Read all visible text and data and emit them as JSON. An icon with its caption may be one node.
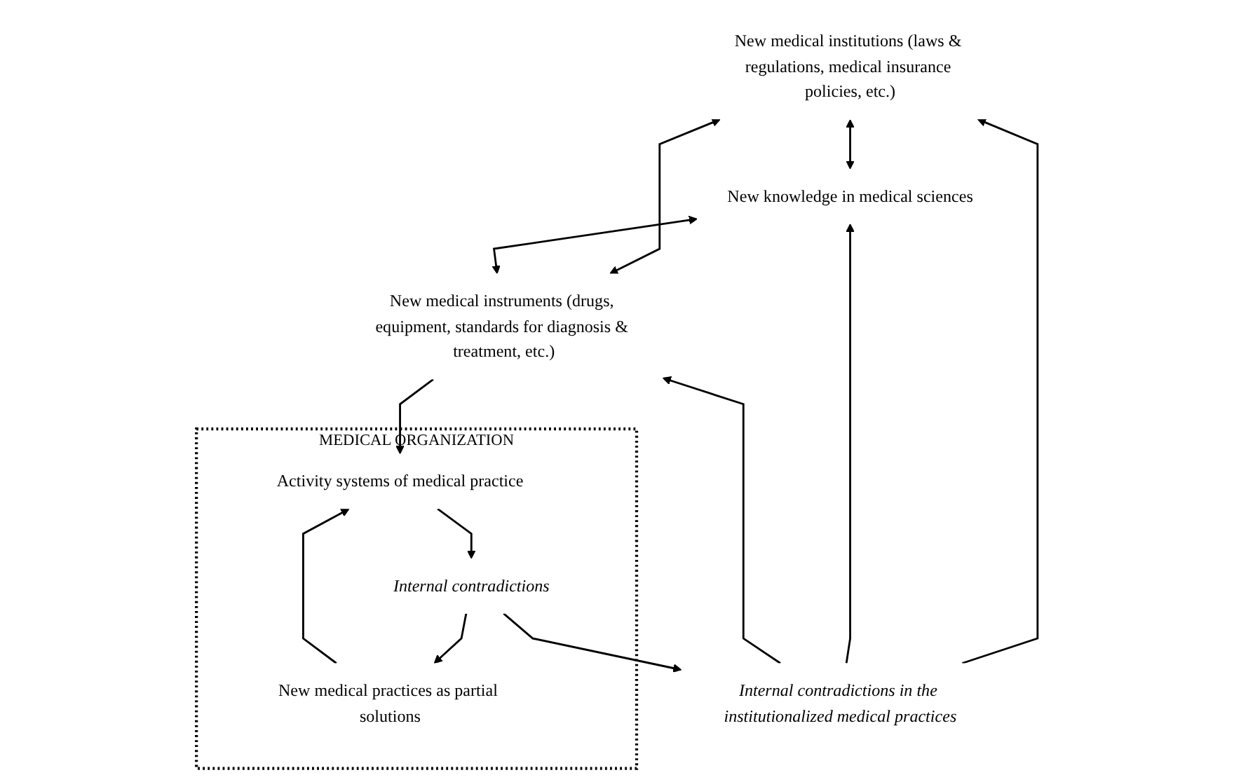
{
  "diagram": {
    "nodes": [
      {
        "text": [
          "New medical institutions (laws & regulations, medical insurance policies, etc.)"
        ]
      },
      {
        "text": [
          "New knowledge in medical sciences"
        ]
      },
      {
        "text": [
          "New medical instruments (drugs, equipment, standards for diagnosis & treatment, etc.)"
        ]
      },
      {
        "text": [
          "Internal contradictions in the institutionalized medical practices"
        ]
      },
      {
        "text": [
          "MEDICAL ORGANIZATION"
        ]
      },
      {
        "text": [
          "Activity systems of medical practice"
        ],
        "in": 4
      },
      {
        "text": [
          "Internal contradictions"
        ],
        "in": 4
      },
      {
        "text": [
          "New medical practices as partial solutions"
        ],
        "in": 4
      }
    ],
    "edges": [
      {
        "from": 0,
        "to": 1,
        "arrow": "both"
      },
      {
        "from": 0,
        "to": 2,
        "arrow": "both"
      },
      {
        "from": 1,
        "to": 2,
        "arrow": "both"
      },
      {
        "from": 3,
        "to": 0,
        "arrow": "to"
      },
      {
        "from": 3,
        "to": 1,
        "arrow": "to"
      },
      {
        "from": 3,
        "to": 2,
        "arrow": "to"
      },
      {
        "from": 2,
        "to": 5,
        "arrow": "to"
      },
      {
        "from": 6,
        "to": 3,
        "arrow": "to"
      },
      {
        "from": 5,
        "to": 6,
        "arrow": "to"
      },
      {
        "from": 6,
        "to": 7,
        "arrow": "to"
      },
      {
        "from": 7,
        "to": 5,
        "arrow": "to"
      }
    ]
  }
}
